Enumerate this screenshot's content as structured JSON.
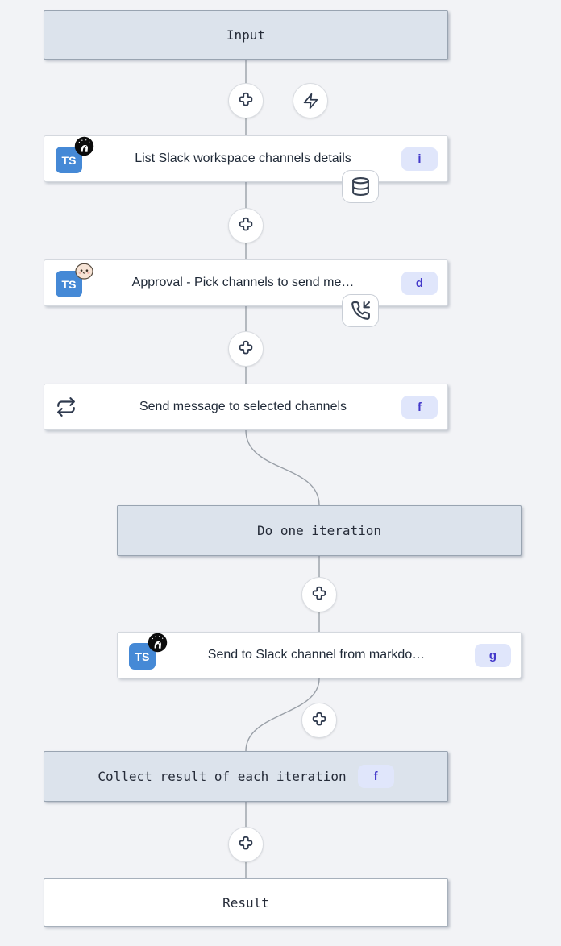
{
  "colors": {
    "canvas_bg": "#f2f3f6",
    "header_bg": "#dce3ec",
    "header_border": "#99a4b1",
    "node_bg": "#ffffff",
    "node_border": "#d4d8de",
    "edge": "#9aa0a8",
    "header_text": "#252b38",
    "title_text": "#1f2937",
    "badge_bg": "#e0e6fb",
    "badge_text": "#4338ca",
    "ts_chip_blue": "#4589d6",
    "icon_stroke": "#374151"
  },
  "graph": {
    "input": {
      "label": "Input"
    },
    "nodes": [
      {
        "title": "List Slack workspace channels details",
        "id_badge": "i",
        "lang_chip": "TS",
        "runtime_icon": "deno-logo",
        "indicator_icon": "database-cache"
      },
      {
        "title": "Approval - Pick channels to send me…",
        "id_badge": "d",
        "lang_chip": "TS",
        "runtime_icon": "bun-logo",
        "indicator_icon": "phone-incoming-suspend"
      },
      {
        "title": "Send message to selected channels",
        "id_badge": "f",
        "type_icon": "repeat-loop"
      },
      {
        "title": "Send to Slack channel from markdo…",
        "id_badge": "g",
        "lang_chip": "TS",
        "runtime_icon": "deno-logo"
      }
    ],
    "iteration_header": {
      "label": "Do one iteration"
    },
    "collect_header": {
      "label": "Collect result of each iteration",
      "id_badge": "f"
    },
    "result": {
      "label": "Result"
    },
    "buttons": {
      "add_step": "plus-cross-icon",
      "add_trigger": "zap-icon"
    }
  }
}
